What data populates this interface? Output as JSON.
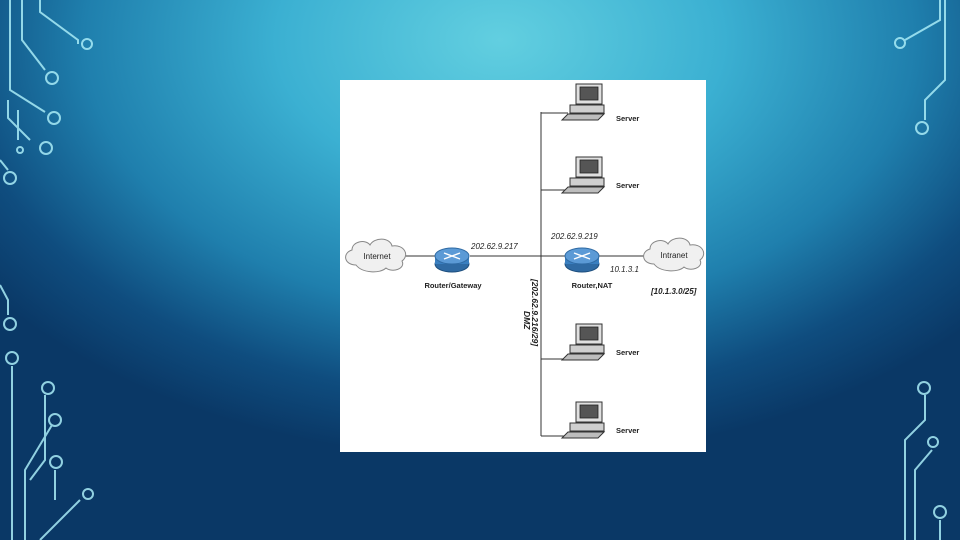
{
  "diagram": {
    "internet_label": "Internet",
    "intranet_label": "Intranet",
    "router_gateway_label": "Router/Gateway",
    "router_nat_label": "Router,NAT",
    "gateway_ip": "202.62.9.217",
    "nat_outer_ip": "202.62.9.219",
    "nat_inner_ip": "10.1.3.1",
    "intranet_subnet": "[10.1.3.0/25]",
    "dmz_label": "DMZ",
    "dmz_subnet": "[202.62.9.216/29]",
    "servers": [
      {
        "label": "Server"
      },
      {
        "label": "Server"
      },
      {
        "label": "Server"
      },
      {
        "label": "Server"
      }
    ]
  },
  "colors": {
    "background_light": "#62cfe0",
    "background_dark": "#0a3866",
    "circuit_lines": "#9fe8f5",
    "router_blue": "#3a7fc0"
  }
}
